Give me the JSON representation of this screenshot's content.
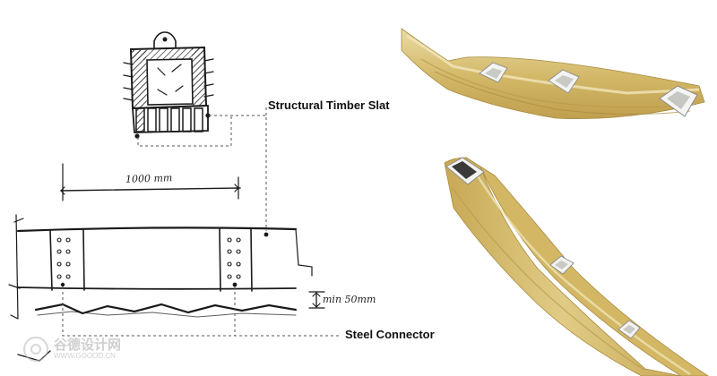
{
  "labels": {
    "timber_slat": "Structural Timber Slat",
    "steel_connector": "Steel Connector",
    "dimension_1000": "1000 mm",
    "min_clearance": "min 50mm"
  },
  "watermark": {
    "chinese": "谷德设计网",
    "english": "WWW.GOOOD.CN",
    "icon": "gooood-logo-icon"
  },
  "colors": {
    "timber": "#d4bb6e",
    "timber_light": "#e9d9a0",
    "timber_dark": "#b39342",
    "ink": "#1a1a1a",
    "guide": "#555555"
  }
}
